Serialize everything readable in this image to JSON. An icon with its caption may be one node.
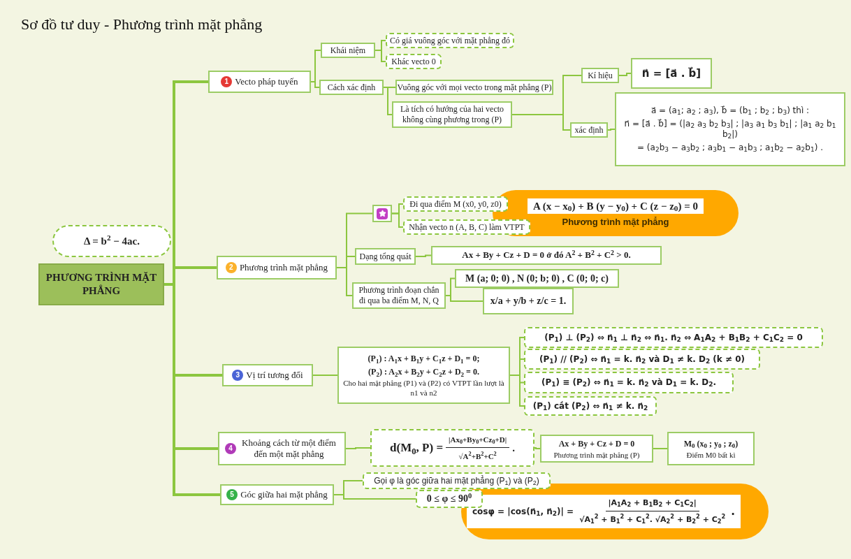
{
  "diagram": {
    "title": "Sơ đồ tư duy - Phương trình mặt phẳng",
    "nodes": [
      {
        "text": [
          "PHƯƠNG TRÌNH MẶT PHẲNG"
        ]
      },
      {
        "text": [
          "Δ = b$^{2}$ − 4ac."
        ]
      },
      {
        "text": [
          "1",
          "Vecto pháp tuyến"
        ]
      },
      {
        "text": [
          "Khái niệm"
        ]
      },
      {
        "text": [
          "Có giá vuông góc với mặt phẳng đó"
        ]
      },
      {
        "text": [
          "Khác vecto 0"
        ]
      },
      {
        "text": [
          "Cách xác định"
        ]
      },
      {
        "text": [
          "Vuông góc với mọi vecto trong mặt phẳng (P)"
        ]
      },
      {
        "text": [
          "Là tích có hướng của hai vecto không cùng phương trong (P)"
        ]
      },
      {
        "text": [
          "Kí hiệu"
        ]
      },
      {
        "text": [
          "n⃗ = [a⃗ . b⃗]"
        ]
      },
      {
        "text": [
          "xác định"
        ]
      },
      {
        "text": [
          "a⃗ = (a$_{1}$; a$_{2}$ ; a$_{3}$), b⃗ = (b$_{1}$ ; b$_{2}$ ; b$_{3}$) thì :",
          "n⃗ = [a⃗ . b⃗] = (|a$_{2}$ a$_{3}$ b$_{2}$ b$_{3}$| ; |a$_{3}$ a$_{1}$ b$_{3}$ b$_{1}$| ; |a$_{1}$ a$_{2}$ b$_{1}$ b$_{2}$|)",
          "= (a$_{2}$b$_{3}$ − a$_{3}$b$_{2}$ ; a$_{3}$b$_{1}$ − a$_{1}$b$_{3}$ ; a$_{1}$b$_{2}$ − a$_{2}$b$_{1}$) ."
        ]
      },
      {
        "text": [
          "2",
          "Phương trình mặt phẳng"
        ]
      },
      {
        "text": [],
        "shape": "box"
      },
      {
        "text": [
          "Đi qua điểm M (x0, y0, z0)"
        ]
      },
      {
        "text": [
          "Nhận vecto n (A, B, C) làm VTPT"
        ]
      },
      {
        "text": [
          "A (x − x$_{0}$) + B (y − y$_{0}$) + C (z − z$_{0}$) = 0",
          "Phương trình mặt phẳng"
        ]
      },
      {
        "text": [
          "Dạng tổng quát"
        ]
      },
      {
        "text": [
          "Ax + By + Cz + D = 0 ở đó A$^{2}$ + B$^{2}$ + C$^{2}$ > 0."
        ]
      },
      {
        "text": [
          "Phương trình đoạn chắn đi qua ba điểm M, N, Q"
        ]
      },
      {
        "text": [
          "M (a; 0; 0) , N (0; b; 0) , C (0; 0; c)"
        ]
      },
      {
        "text": [
          "x/a + y/b + z/c = 1."
        ]
      },
      {
        "text": [
          "3",
          "Vị trí tương đối"
        ]
      },
      {
        "text": [
          "(P$_{1}$) : A$_{1}$x + B$_{1}$y + C$_{1}$z + D$_{1}$ = 0;",
          "(P$_{2}$) : A$_{2}$x + B$_{2}$y + C$_{2}$z + D$_{2}$ = 0.",
          "Cho hai mặt phẳng (P1) và (P2) có VTPT lần lượt là n1 và n2"
        ]
      },
      {
        "text": [
          "(P$_{1}$) ⊥ (P$_{2}$) ⇔ n⃗$_{1}$ ⊥ n⃗$_{2}$ ⇔ n⃗$_{1}$. n⃗$_{2}$ ⇔ A$_{1}$A$_{2}$ + B$_{1}$B$_{2}$ + C$_{1}$C$_{2}$ = 0"
        ]
      },
      {
        "text": [
          "(P$_{1}$) // (P$_{2}$) ⇔ n⃗$_{1}$ = k. n⃗$_{2}$ và D$_{1}$ ≠ k. D$_{2}$ (k ≠ 0)"
        ]
      },
      {
        "text": [
          "(P$_{1}$) ≡ (P$_{2}$) ⇔ n⃗$_{1}$ = k. n⃗$_{2}$ và D$_{1}$ = k. D$_{2}$."
        ]
      },
      {
        "text": [
          "(P$_{1}$) cắt (P$_{2}$) ⇔ n⃗$_{1}$ ≠ k. n⃗$_{2}$"
        ]
      },
      {
        "text": [
          "4",
          "Khoảng cách từ một điểm đến một mặt phẳng"
        ]
      },
      {
        "text": [
          "d(M$_{0}$, P) =",
          "|Ax$_{0}$+By$_{0}$+Cz$_{0}$+D|",
          "√A$^{2}$+B$^{2}$+C$^{2}$",
          "."
        ]
      },
      {
        "text": [
          "Ax + By + Cz + D = 0",
          "Phương trình mặt phẳng (P)"
        ]
      },
      {
        "text": [
          "M$_{0}$ (x$_{0}$ ; y$_{0}$ ; z$_{0}$)",
          "Điểm M0 bất kì"
        ]
      },
      {
        "text": [
          "5",
          "Góc giữa hai mặt phẳng"
        ]
      },
      {
        "text": [
          "Gọi φ là góc giữa hai mặt phẳng (P$_{1}$) và (P$_{2}$)"
        ]
      },
      {
        "text": [
          "0 ≤ φ ≤ 90$^{0}$"
        ]
      },
      {
        "text": [
          "cosφ = |cos(n⃗$_{1}$, n⃗$_{2}$)| =",
          "|A$_{1}$A$_{2}$ + B$_{1}$B$_{2}$ + C$_{1}$C$_{2}$|",
          "√A$_{1}$$^{2}$ + B$_{1}$$^{2}$ + C$_{1}$$^{2}$. √A$_{2}$$^{2}$ + B$_{2}$$^{2}$ + C$_{2}$$^{2}$",
          "."
        ]
      }
    ],
    "edges": [
      {
        "from": 0,
        "to": 2,
        "arrow": "none",
        "style": "thick"
      },
      {
        "from": 0,
        "to": 13,
        "arrow": "none",
        "style": "thick"
      },
      {
        "from": 0,
        "to": 23,
        "arrow": "none",
        "style": "thick"
      },
      {
        "from": 0,
        "to": 29,
        "arrow": "none",
        "style": "thick"
      },
      {
        "from": 0,
        "to": 33,
        "arrow": "none",
        "style": "thick"
      },
      {
        "from": 2,
        "to": 3,
        "arrow": "none"
      },
      {
        "from": 2,
        "to": 6,
        "arrow": "none"
      },
      {
        "from": 3,
        "to": 4,
        "arrow": "none"
      },
      {
        "from": 3,
        "to": 5,
        "arrow": "none"
      },
      {
        "from": 6,
        "to": 7,
        "arrow": "none"
      },
      {
        "from": 6,
        "to": 8,
        "arrow": "none"
      },
      {
        "from": 8,
        "to": 9,
        "arrow": "none"
      },
      {
        "from": 8,
        "to": 11,
        "arrow": "none"
      },
      {
        "from": 9,
        "to": 10,
        "arrow": "none"
      },
      {
        "from": 11,
        "to": 12,
        "arrow": "none"
      },
      {
        "from": 13,
        "to": 14,
        "arrow": "none"
      },
      {
        "from": 13,
        "to": 18,
        "arrow": "none"
      },
      {
        "from": 13,
        "to": 20,
        "arrow": "none"
      },
      {
        "from": 14,
        "to": 15,
        "arrow": "none"
      },
      {
        "from": 14,
        "to": 16,
        "arrow": "none"
      },
      {
        "from": 18,
        "to": 19,
        "arrow": "none"
      },
      {
        "from": 20,
        "to": 21,
        "arrow": "none"
      },
      {
        "from": 20,
        "to": 22,
        "arrow": "none"
      },
      {
        "from": 23,
        "to": 24,
        "arrow": "none"
      },
      {
        "from": 24,
        "to": 25,
        "arrow": "none"
      },
      {
        "from": 24,
        "to": 26,
        "arrow": "none"
      },
      {
        "from": 24,
        "to": 27,
        "arrow": "none"
      },
      {
        "from": 24,
        "to": 28,
        "arrow": "none"
      },
      {
        "from": 29,
        "to": 30,
        "arrow": "none"
      },
      {
        "from": 30,
        "to": 31,
        "arrow": "none"
      },
      {
        "from": 31,
        "to": 32,
        "arrow": "none"
      },
      {
        "from": 33,
        "to": 34,
        "arrow": "none"
      },
      {
        "from": 33,
        "to": 35,
        "arrow": "none"
      }
    ]
  }
}
